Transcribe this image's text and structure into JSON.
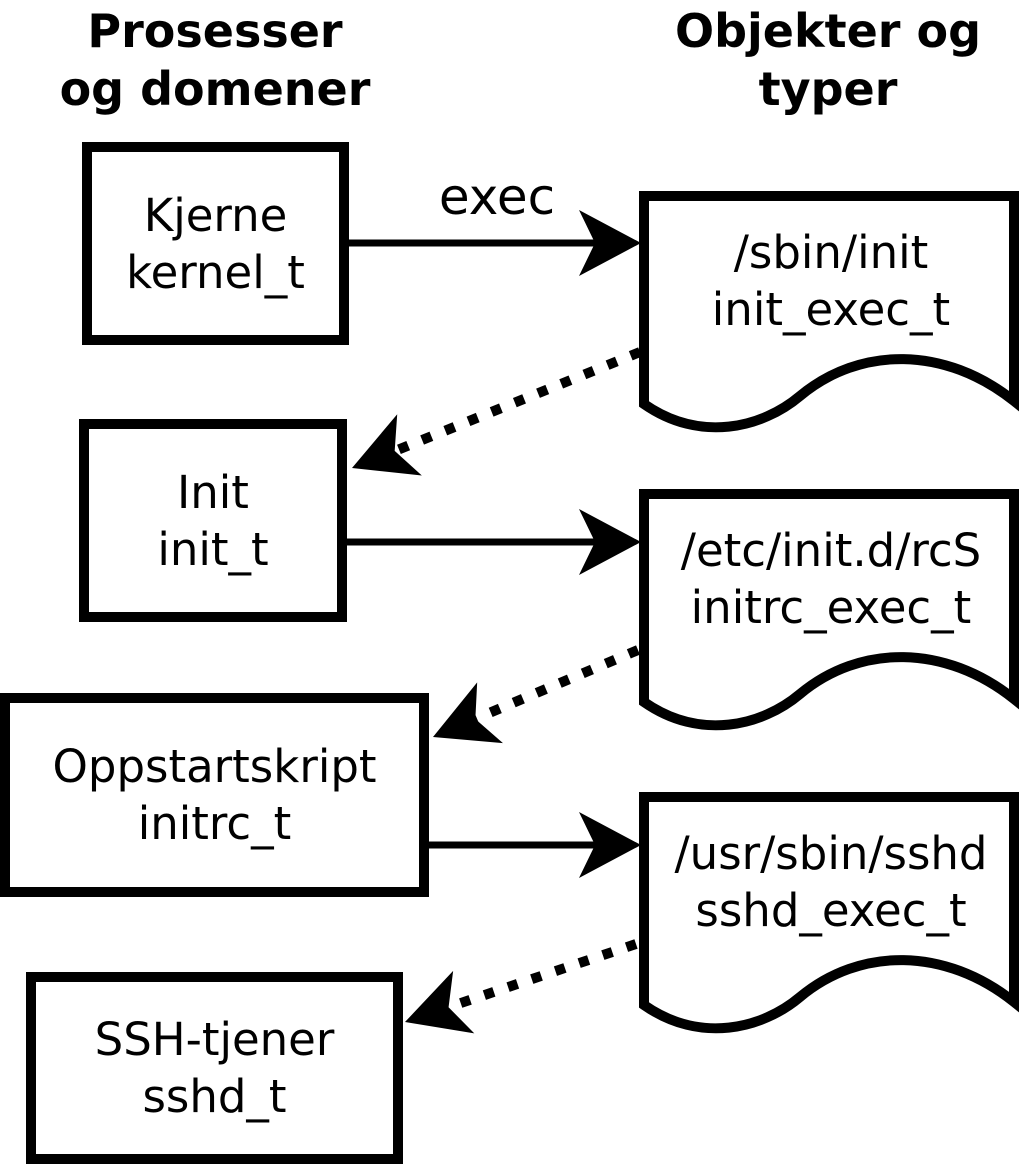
{
  "diagram": {
    "headers": {
      "processes_line1": "Prosesser",
      "processes_line2": "og domener",
      "objects_line1": "Objekter og",
      "objects_line2": "typer"
    },
    "processes": [
      {
        "name": "Kjerne",
        "type": "kernel_t"
      },
      {
        "name": "Init",
        "type": "init_t"
      },
      {
        "name": "Oppstartskript",
        "type": "initrc_t"
      },
      {
        "name": "SSH-tjener",
        "type": "sshd_t"
      }
    ],
    "objects": [
      {
        "path": "/sbin/init",
        "type": "init_exec_t"
      },
      {
        "path": "/etc/init.d/rcS",
        "type": "initrc_exec_t"
      },
      {
        "path": "/usr/sbin/sshd",
        "type": "sshd_exec_t"
      }
    ],
    "edges": {
      "exec_label": "exec"
    },
    "colors": {
      "stroke": "#000000",
      "fill": "#ffffff",
      "text": "#000000",
      "background": "#ffffff"
    }
  }
}
